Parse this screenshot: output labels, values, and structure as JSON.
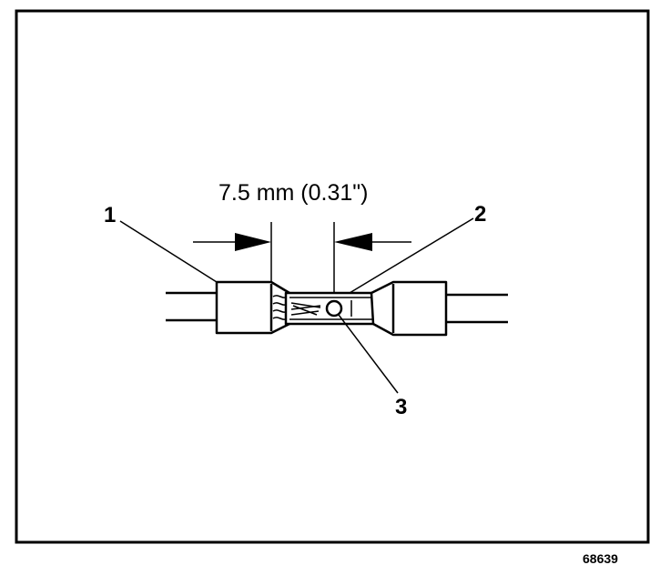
{
  "diagram": {
    "dimension_label": "7.5 mm (0.31\")",
    "callouts": {
      "one": "1",
      "two": "2",
      "three": "3"
    },
    "figure_id": "68639"
  }
}
